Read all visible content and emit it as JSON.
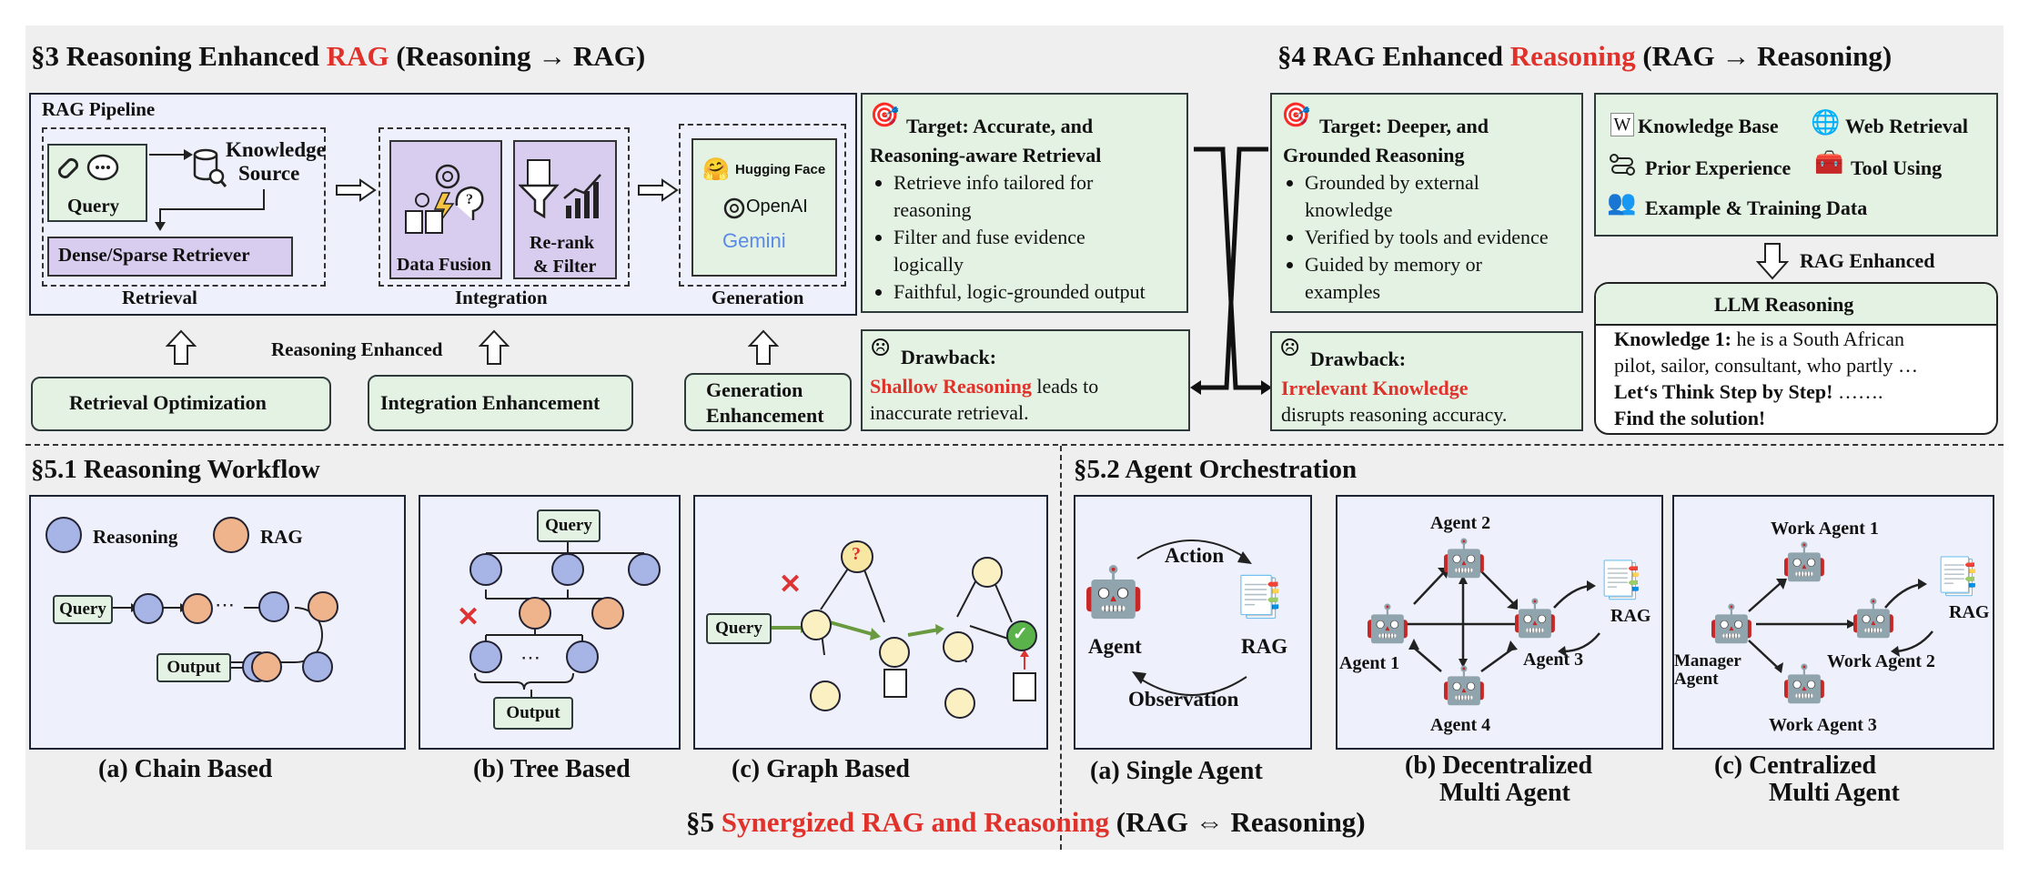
{
  "sec3": {
    "pre": "§3 Reasoning Enhanced ",
    "red": "RAG",
    "post": " (Reasoning → RAG)"
  },
  "sec4": {
    "pre": "§4 RAG Enhanced ",
    "red": "Reasoning",
    "post": " (RAG → Reasoning)"
  },
  "pipeline": {
    "title": "RAG Pipeline",
    "query": "Query",
    "knowledge": "Knowledge",
    "source": "Source",
    "retriever": "Dense/Sparse Retriever",
    "retrieval": "Retrieval",
    "data_fusion": "Data Fusion",
    "rerank1": "Re-rank",
    "rerank2": "& Filter",
    "integration": "Integration",
    "hugging": "Hugging Face",
    "openai": "OpenAI",
    "gemini": "Gemini",
    "generation": "Generation"
  },
  "enhance": {
    "retrieval_opt": "Retrieval Optimization",
    "reasoning_enhanced": "Reasoning Enhanced",
    "integration_enh": "Integration Enhancement",
    "gen1": "Generation",
    "gen2": "Enhancement"
  },
  "target3": {
    "title1": "Target: Accurate, and",
    "title2": "Reasoning-aware Retrieval",
    "b1a": "Retrieve info tailored for",
    "b1b": "reasoning",
    "b2a": "Filter and fuse evidence",
    "b2b": "logically",
    "b3": "Faithful, logic-grounded output"
  },
  "drawback3": {
    "title": "Drawback:",
    "red": "Shallow Reasoning",
    "rest1": " leads to",
    "rest2": "inaccurate retrieval."
  },
  "target4": {
    "title1": "Target: Deeper, and",
    "title2": "Grounded Reasoning",
    "b1a": "Grounded by external",
    "b1b": "knowledge",
    "b2": "Verified by tools and evidence",
    "b3a": "Guided by memory or",
    "b3b": "examples"
  },
  "drawback4": {
    "title": "Drawback:",
    "red": "Irrelevant Knowledge",
    "rest": "disrupts reasoning accuracy."
  },
  "sources": {
    "kb": "Knowledge Base",
    "web": "Web Retrieval",
    "prior": "Prior Experience",
    "tool": "Tool Using",
    "example": "Example & Training Data",
    "rag_enhanced": "RAG Enhanced"
  },
  "llm": {
    "title": "LLM Reasoning",
    "k1_label": "Knowledge 1:",
    "k1_text": " he is a South African",
    "k1_text2": "pilot, sailor, consultant, who partly …",
    "step": "Let‘s Think Step by Step!",
    "step_dots": " …….",
    "find": "Find the solution!"
  },
  "sec51": "§5.1 Reasoning Workflow",
  "sec52": "§5.2 Agent Orchestration",
  "workflow": {
    "legend_reasoning": "Reasoning",
    "legend_rag": "RAG",
    "query": "Query",
    "output": "Output",
    "dots": "⋯",
    "cap_a": "(a) Chain Based",
    "cap_b": "(b) Tree Based",
    "cap_c": "(c) Graph Based"
  },
  "agents": {
    "action": "Action",
    "agent": "Agent",
    "rag": "RAG",
    "observation": "Observation",
    "agent1": "Agent 1",
    "agent2": "Agent 2",
    "agent3": "Agent 3",
    "agent4": "Agent 4",
    "work1": "Work Agent 1",
    "work2": "Work Agent 2",
    "work3": "Work Agent 3",
    "manager1": "Manager",
    "manager2": "Agent",
    "cap_a": "(a) Single Agent",
    "cap_b1": "(b) Decentralized",
    "cap_b2": "Multi Agent",
    "cap_c1": "(c) Centralized",
    "cap_c2": "Multi Agent"
  },
  "sec5": {
    "pre": "§5 ",
    "red": "Synergized RAG and Reasoning",
    "post": " (RAG ⇔  Reasoning)"
  },
  "colors": {
    "red": "#e0312b",
    "green_box": "#e4f2e3",
    "panel": "#eef1fb",
    "purple": "#d8cdee",
    "reasoning_node": "#a7b5e6",
    "rag_node": "#efb48c"
  }
}
